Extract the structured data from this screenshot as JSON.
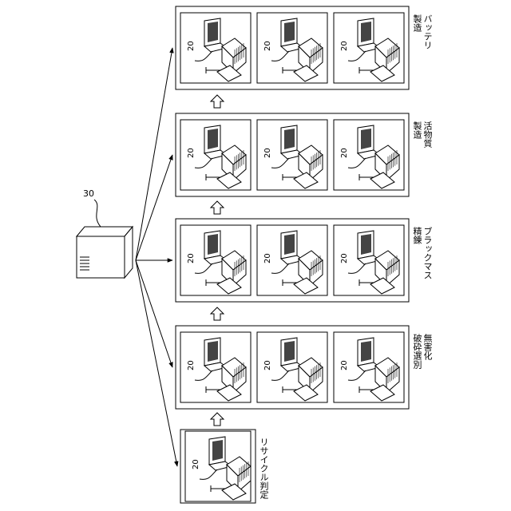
{
  "server": {
    "label": "30"
  },
  "device_label": "20",
  "stages": [
    {
      "name": "recycle-judgement",
      "label": "リサイクル判定",
      "devices": 1
    },
    {
      "name": "detox-crush-sort",
      "label": "無害化\n破砕選別",
      "devices": 3
    },
    {
      "name": "black-mass-refining",
      "label": "ブラックマス\n精錬",
      "devices": 3
    },
    {
      "name": "active-material-production",
      "label": "活物質\n製造",
      "devices": 3
    },
    {
      "name": "battery-production",
      "label": "バッテリ\n製造",
      "devices": 3
    }
  ]
}
